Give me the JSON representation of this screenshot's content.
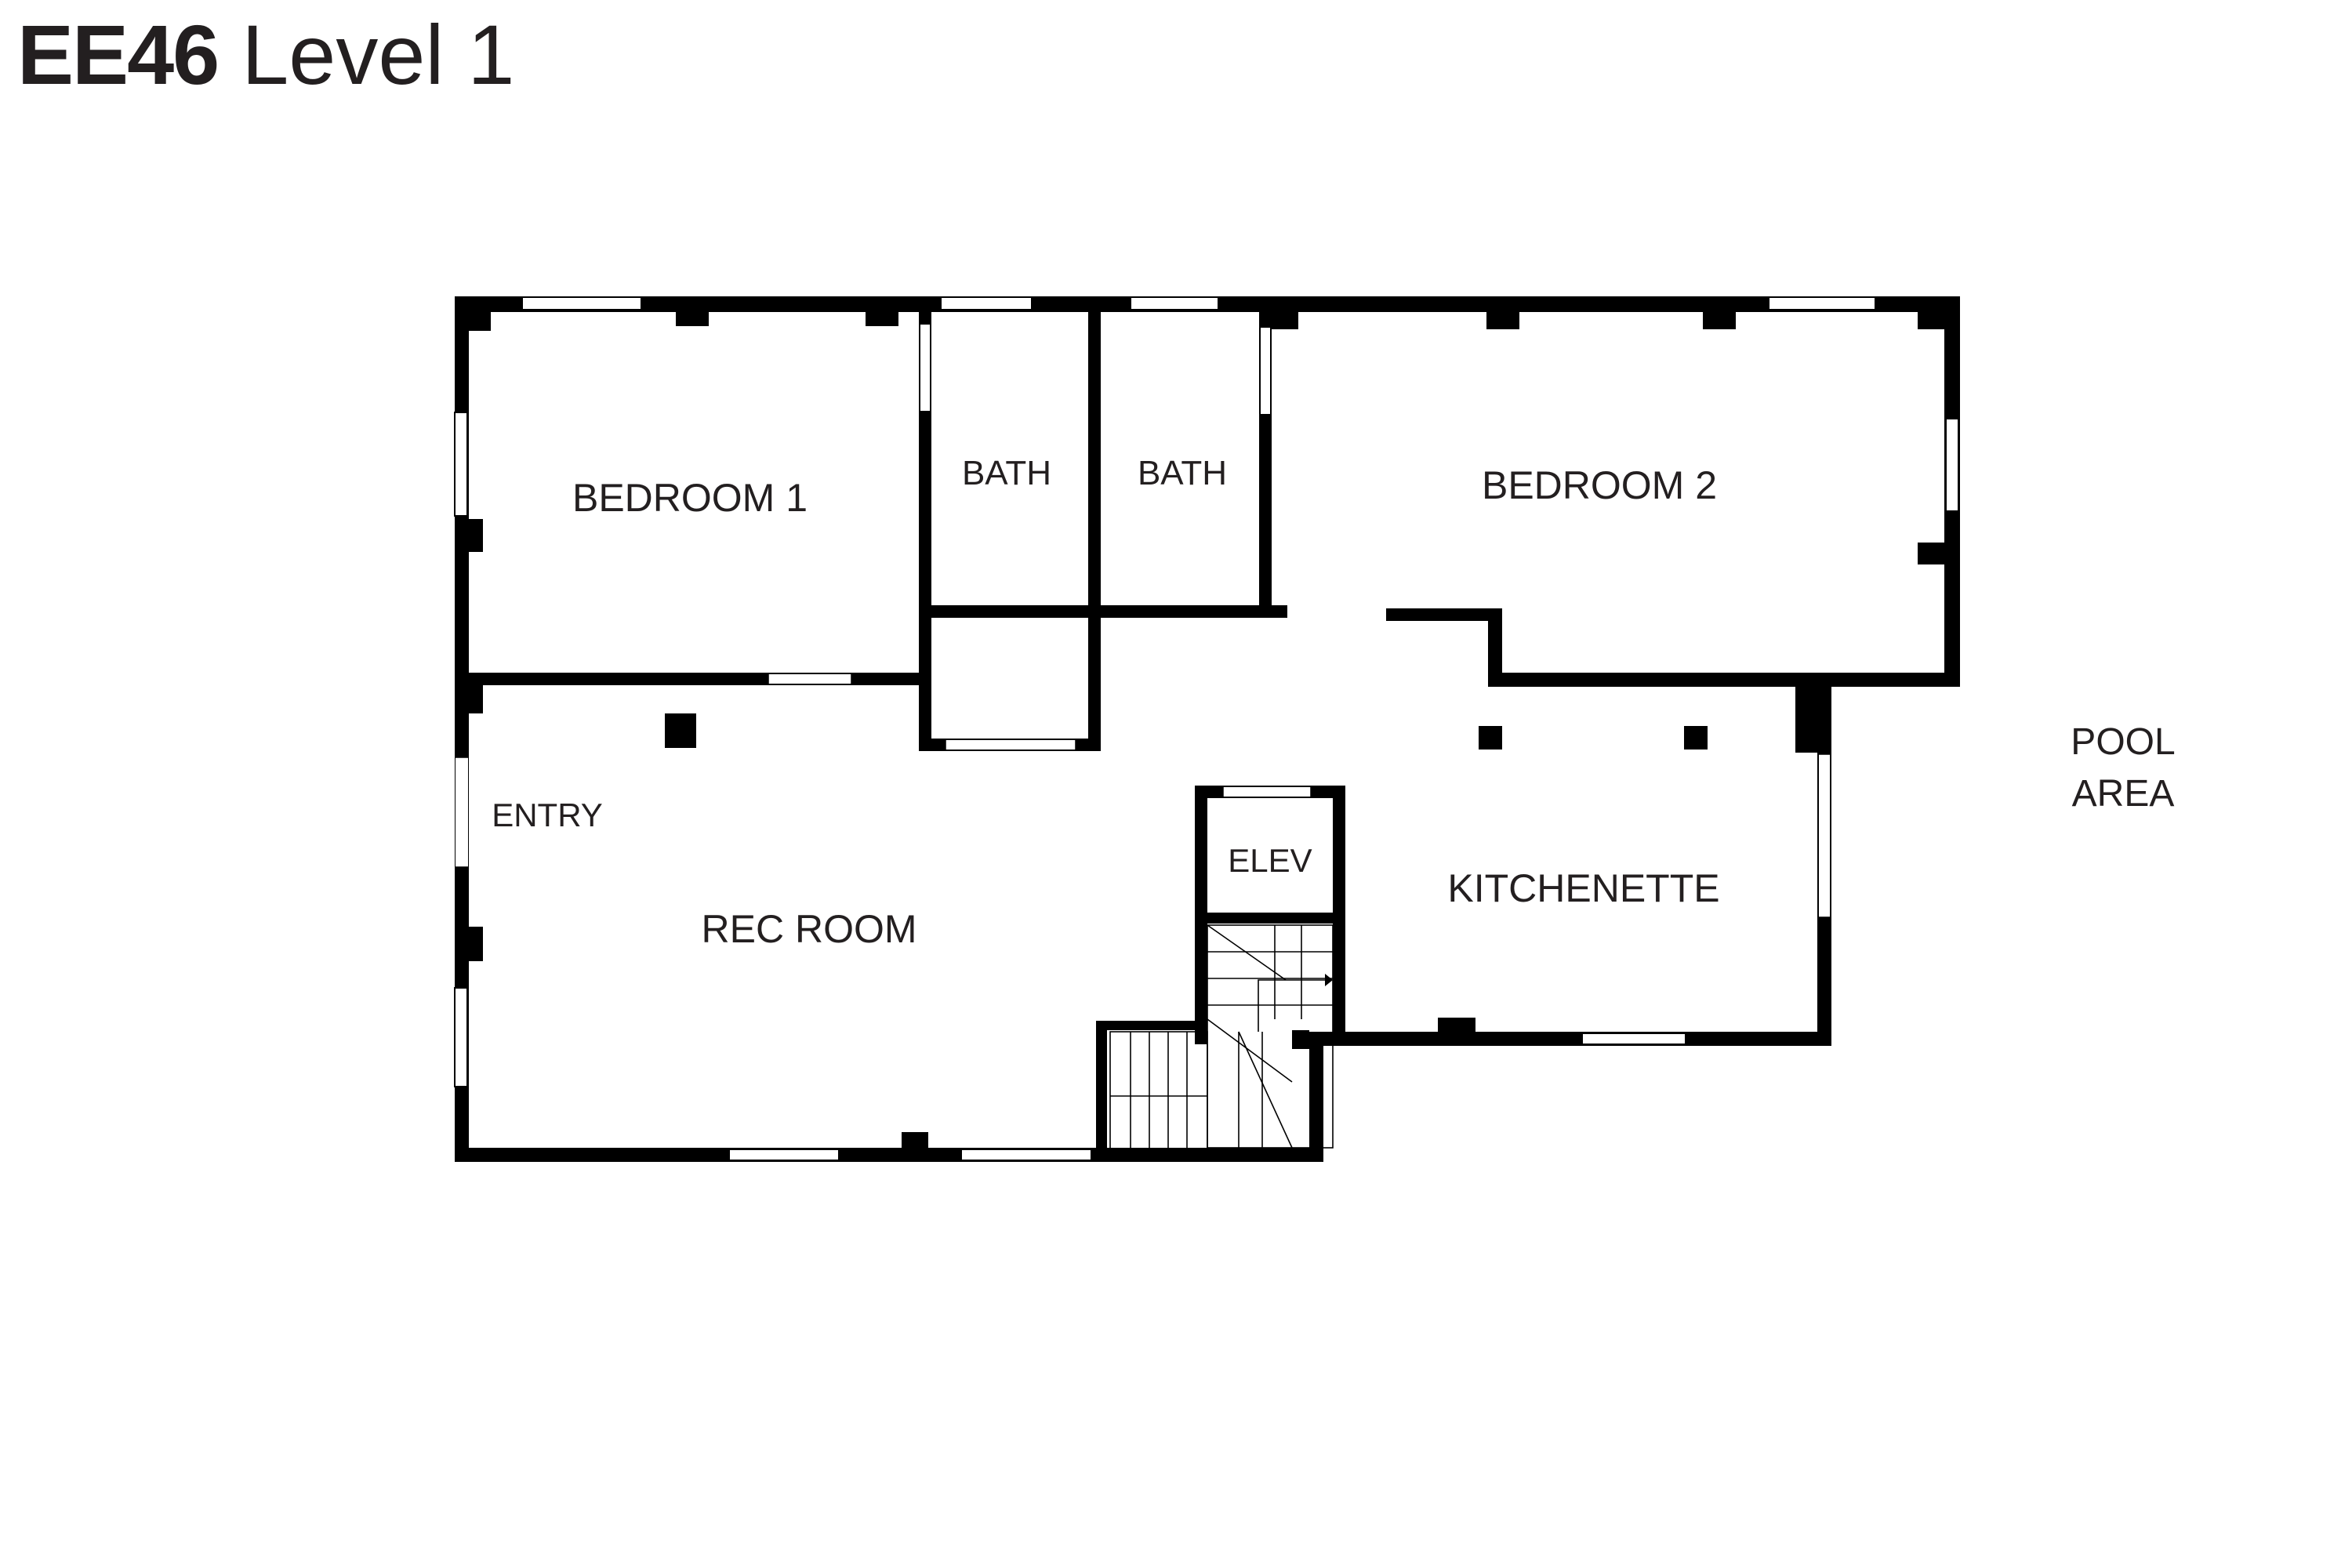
{
  "title": {
    "code": "EE46",
    "level": "Level 1"
  },
  "colors": {
    "wall": "#000000",
    "text": "#231f20",
    "background": "#ffffff",
    "window": "#ffffff"
  },
  "rooms": {
    "bedroom1": "BEDROOM 1",
    "bath_left": "BATH",
    "bath_right": "BATH",
    "bedroom2": "BEDROOM 2",
    "entry": "ENTRY",
    "rec_room": "REC ROOM",
    "elev": "ELEV",
    "kitchenette": "KITCHENETTE",
    "pool_area_line1": "POOL",
    "pool_area_line2": "AREA"
  }
}
